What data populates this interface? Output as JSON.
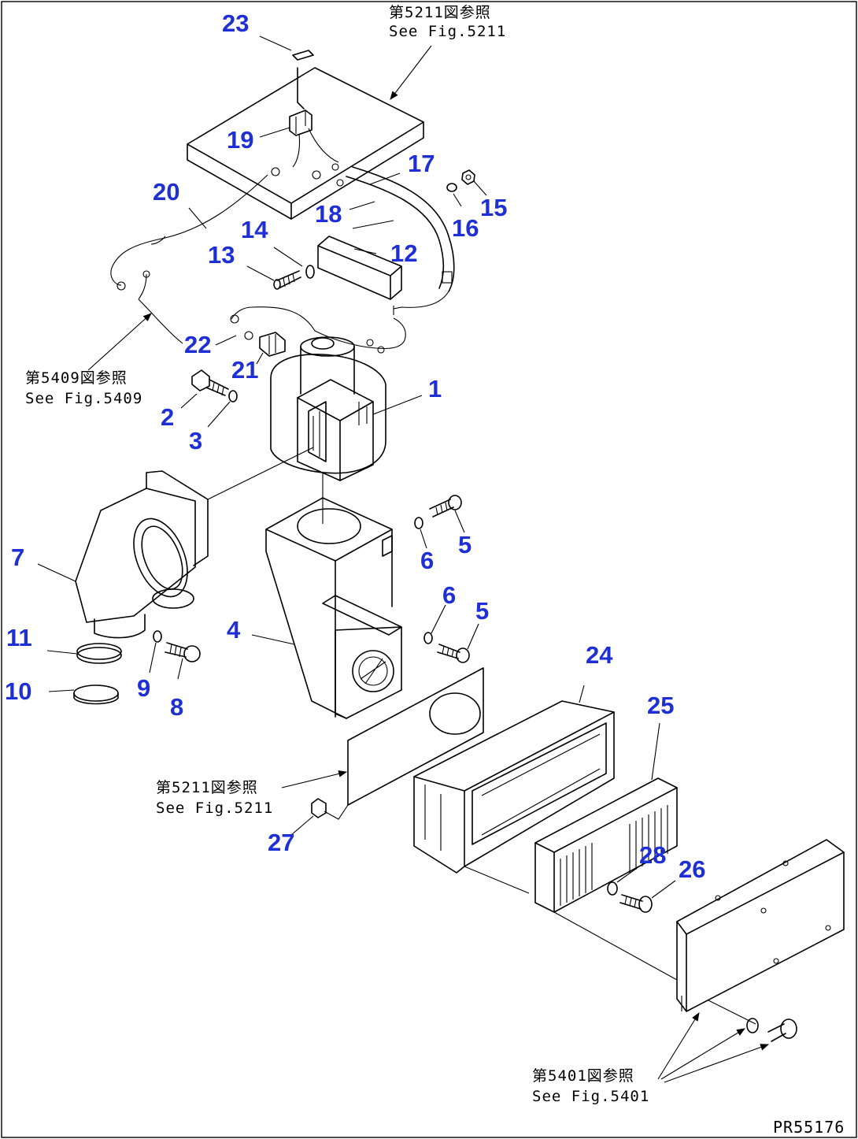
{
  "references": {
    "fig_5211_top": {
      "jp": "第5211図参照",
      "en": "See Fig.5211"
    },
    "fig_5409": {
      "jp": "第5409図参照",
      "en": "See Fig.5409"
    },
    "fig_5211_mid": {
      "jp": "第5211図参照",
      "en": "See Fig.5211"
    },
    "fig_5401": {
      "jp": "第5401図参照",
      "en": "See Fig.5401"
    }
  },
  "drawing_number": "PR55176",
  "callouts": {
    "c1": "1",
    "c2": "2",
    "c3": "3",
    "c4": "4",
    "c5a": "5",
    "c5b": "5",
    "c6a": "6",
    "c6b": "6",
    "c7": "7",
    "c8": "8",
    "c9": "9",
    "c10": "10",
    "c11": "11",
    "c12": "12",
    "c13": "13",
    "c14": "14",
    "c15": "15",
    "c16": "16",
    "c17": "17",
    "c18": "18",
    "c19": "19",
    "c20": "20",
    "c21": "21",
    "c22": "22",
    "c23": "23",
    "c24": "24",
    "c25": "25",
    "c26": "26",
    "c27": "27",
    "c28": "28"
  },
  "colors": {
    "callout": "#1f2fd6",
    "line": "#000000",
    "background": "#ffffff"
  }
}
